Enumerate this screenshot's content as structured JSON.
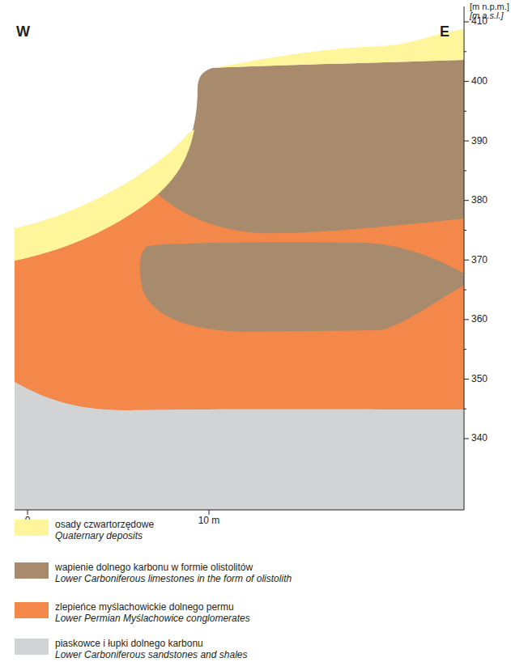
{
  "diagram": {
    "labels": [
      "W",
      "E",
      "[m n.p.m.]",
      "[m a.s.l.]",
      "410",
      "400",
      "390",
      "380",
      "370",
      "360",
      "350",
      "340",
      "0",
      "10 m",
      "Quaternary deposits",
      "Lower Carboniferous limestones in the form of olistolith",
      "Lower Permian Myślachowice conglomerates",
      "Lower Carboniferous sandstones and shales"
    ],
    "legend": [
      {
        "text": "osady czwartorzędowe",
        "color": "#fff59a"
      },
      {
        "text": "wapienie dolnego karbonu w formie olistolitów",
        "color": "#a88b6c"
      },
      {
        "text": "zlepieńce myślachowickie dolnego permu",
        "color": "#f4874a"
      },
      {
        "text": "piaskowce i łupki dolnego karbonu",
        "color": "#d2d3d5"
      }
    ]
  }
}
